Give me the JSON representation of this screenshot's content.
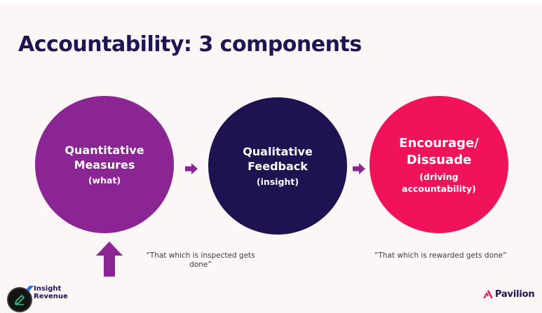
{
  "slide": {
    "title": "Accountability: 3 components",
    "circles": [
      {
        "title": "Quantitative\nMeasures",
        "subtitle": "(what)",
        "color": "#8b2593"
      },
      {
        "title": "Qualitative\nFeedback",
        "subtitle": "(insight)",
        "color": "#1e1250"
      },
      {
        "title": "Encourage/\nDissuade",
        "subtitle": "(driving\naccountability)",
        "color": "#f0135a"
      }
    ],
    "quotes": [
      "“That which is inspected gets\ndone”",
      "“That which is rewarded gets done”"
    ],
    "colors": {
      "arrow": "#8b2593",
      "title": "#1e1652",
      "background": "#fcf6f7",
      "pavilion_mark": "#f0135a"
    }
  },
  "logos": {
    "insight_revenue": "Insight\nRevenue",
    "pavilion": "Pavilion"
  },
  "toolbar": {
    "edit_icon": "pencil-icon"
  }
}
